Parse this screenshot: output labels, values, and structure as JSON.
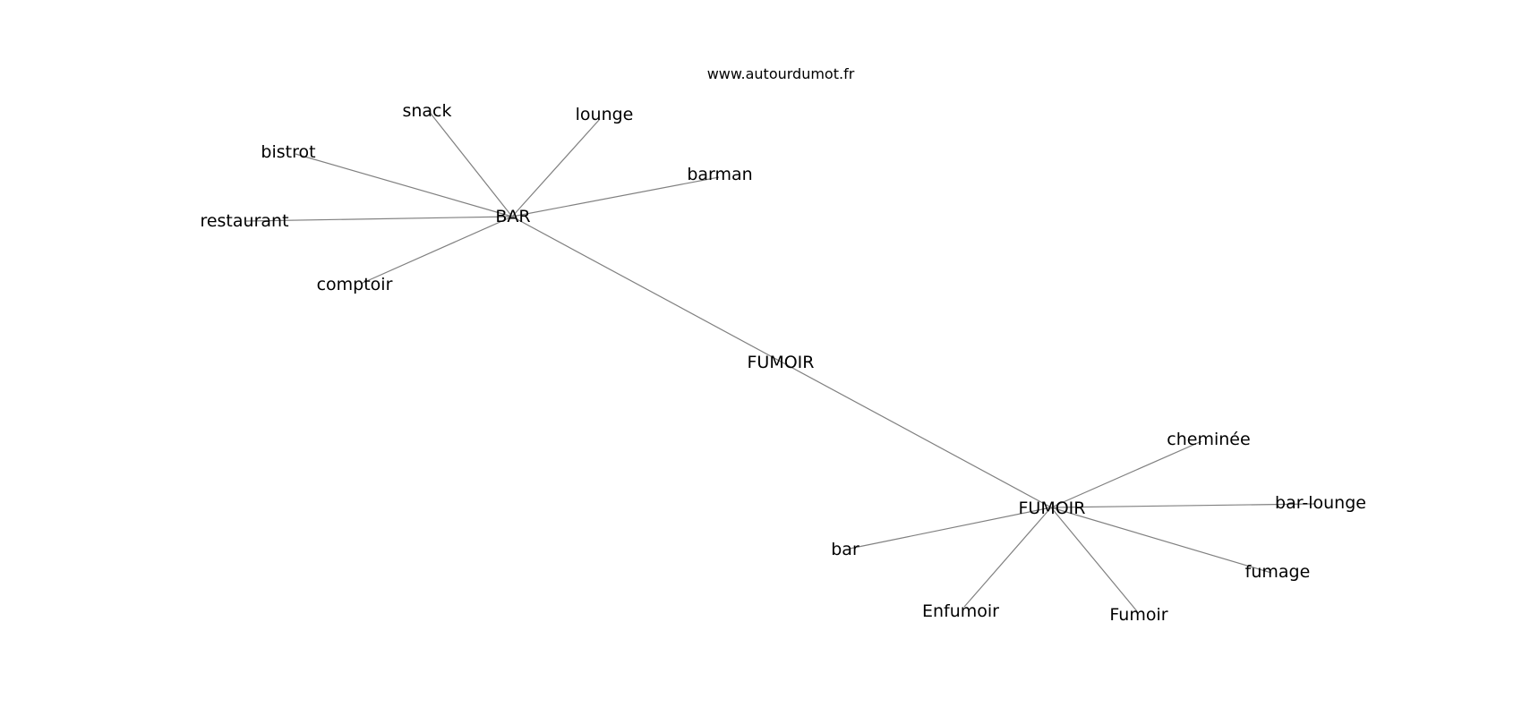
{
  "watermark": "www.autourdumot.fr",
  "center_label": "FUMOIR",
  "graph": {
    "nodes": [
      {
        "id": "BAR",
        "label": "BAR"
      },
      {
        "id": "FUMOIR_HUB",
        "label": "FUMOIR"
      },
      {
        "id": "snack",
        "label": "snack"
      },
      {
        "id": "lounge",
        "label": "lounge"
      },
      {
        "id": "bistrot",
        "label": "bistrot"
      },
      {
        "id": "barman",
        "label": "barman"
      },
      {
        "id": "restaurant",
        "label": "restaurant"
      },
      {
        "id": "comptoir",
        "label": "comptoir"
      },
      {
        "id": "cheminee",
        "label": "cheminée"
      },
      {
        "id": "bar-lounge",
        "label": "bar-lounge"
      },
      {
        "id": "bar",
        "label": "bar"
      },
      {
        "id": "fumage",
        "label": "fumage"
      },
      {
        "id": "Enfumoir",
        "label": "Enfumoir"
      },
      {
        "id": "Fumoir",
        "label": "Fumoir"
      }
    ],
    "edges": [
      [
        "BAR",
        "FUMOIR_HUB"
      ],
      [
        "BAR",
        "snack"
      ],
      [
        "BAR",
        "lounge"
      ],
      [
        "BAR",
        "bistrot"
      ],
      [
        "BAR",
        "barman"
      ],
      [
        "BAR",
        "restaurant"
      ],
      [
        "BAR",
        "comptoir"
      ],
      [
        "FUMOIR_HUB",
        "cheminee"
      ],
      [
        "FUMOIR_HUB",
        "bar-lounge"
      ],
      [
        "FUMOIR_HUB",
        "bar"
      ],
      [
        "FUMOIR_HUB",
        "fumage"
      ],
      [
        "FUMOIR_HUB",
        "Enfumoir"
      ],
      [
        "FUMOIR_HUB",
        "Fumoir"
      ]
    ]
  }
}
